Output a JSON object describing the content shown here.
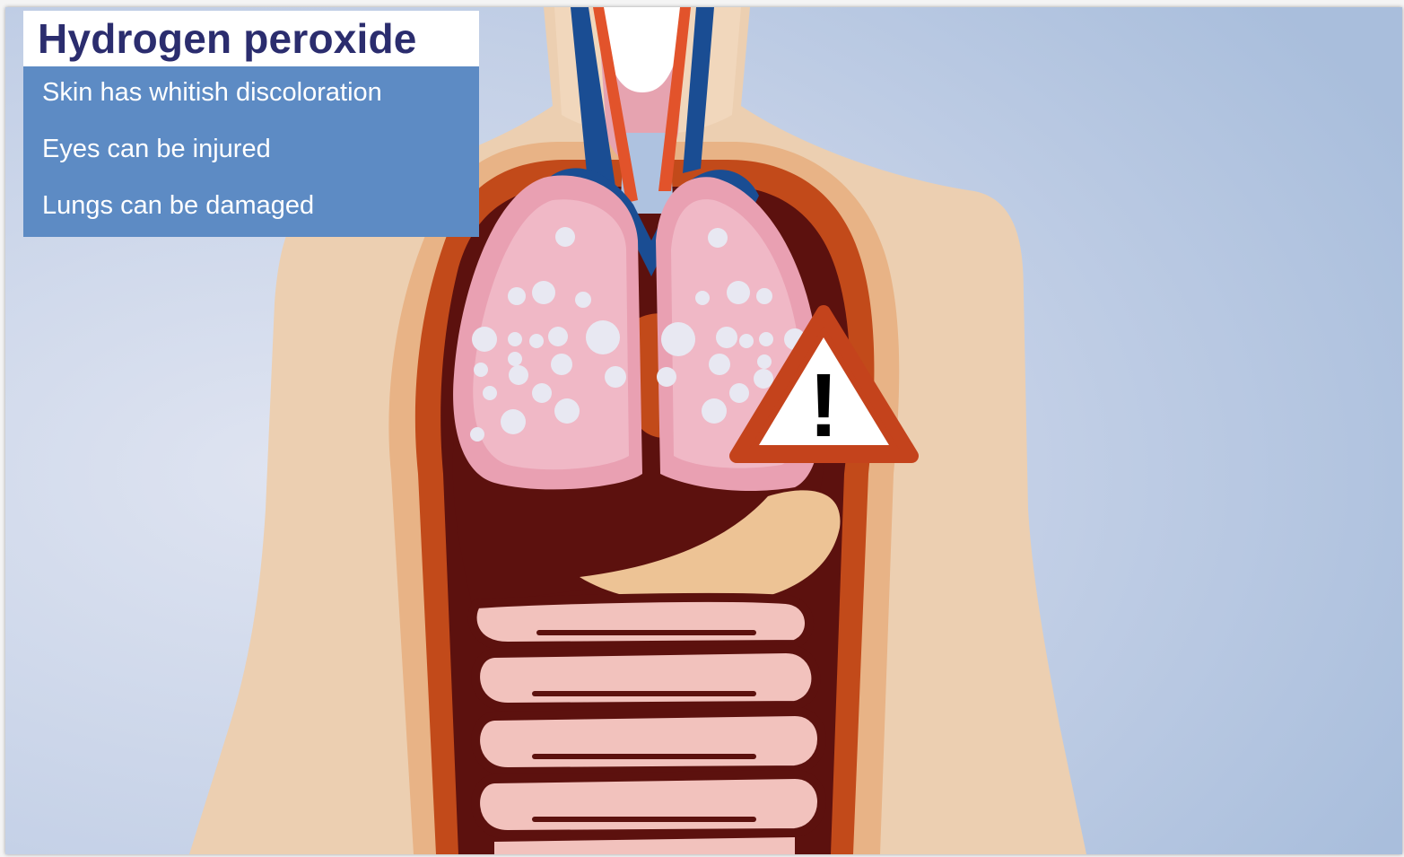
{
  "title": "Hydrogen peroxide",
  "effects": [
    "Skin has whitish discoloration",
    "Eyes can be injured",
    "Lungs can be damaged"
  ],
  "warning": {
    "symbol": "!",
    "icon": "warning-triangle-icon"
  },
  "colors": {
    "title_text": "#2b2d6e",
    "info_panel": "#5d8bc4",
    "background": "#b6c6e0",
    "skin": "#eccfb1",
    "body_cavity": "#c24a1a",
    "lungs": "#e9a0b2",
    "liver": "#5c110e",
    "intestines": "#f2c2bd",
    "warning_border": "#c4431c"
  }
}
